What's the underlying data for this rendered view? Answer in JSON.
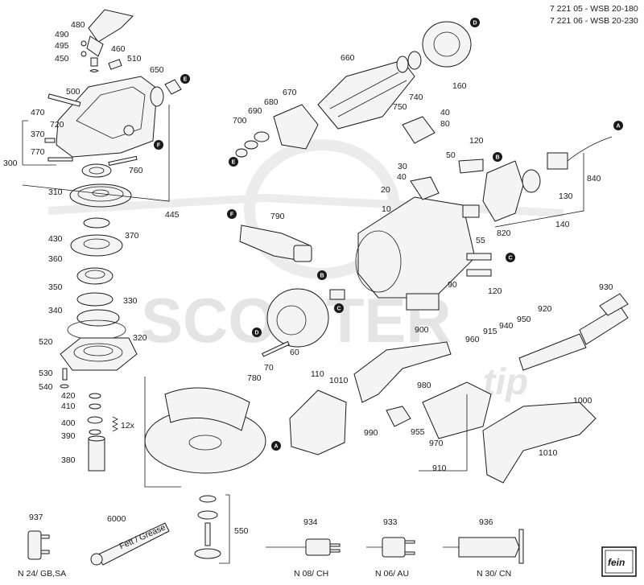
{
  "header": {
    "line1": "7 221 05 - WSB 20-180",
    "line2": "7 221 06 - WSB 20-230"
  },
  "watermark": {
    "text": "SCOOTER",
    "sub": "tip"
  },
  "part_numbers": [
    "480",
    "490",
    "495",
    "460",
    "450",
    "510",
    "650",
    "500",
    "470",
    "720",
    "370",
    "770",
    "300",
    "760",
    "310",
    "445",
    "430",
    "370",
    "360",
    "350",
    "340",
    "330",
    "520",
    "320",
    "530",
    "540",
    "420",
    "410",
    "400",
    "390",
    "12x",
    "380",
    "780",
    "550",
    "660",
    "160",
    "750",
    "740",
    "670",
    "680",
    "690",
    "700",
    "40",
    "80",
    "120",
    "50",
    "30",
    "40",
    "20",
    "840",
    "130",
    "140",
    "10",
    "820",
    "790",
    "55",
    "120",
    "90",
    "60",
    "70",
    "930",
    "920",
    "950",
    "940",
    "915",
    "960",
    "900",
    "110",
    "1010",
    "980",
    "990",
    "955",
    "970",
    "910",
    "1000",
    "1010",
    "937",
    "6000",
    "934",
    "933",
    "936"
  ],
  "callouts": [
    "A",
    "B",
    "C",
    "D",
    "E",
    "F"
  ],
  "tube_label": "Fett / Grease",
  "plug_captions": {
    "p937": "N 24/ GB,SA",
    "p934": "N 08/ CH",
    "p933": "N 06/ AU",
    "p936": "N 30/ CN"
  },
  "brand_logo": "fein"
}
